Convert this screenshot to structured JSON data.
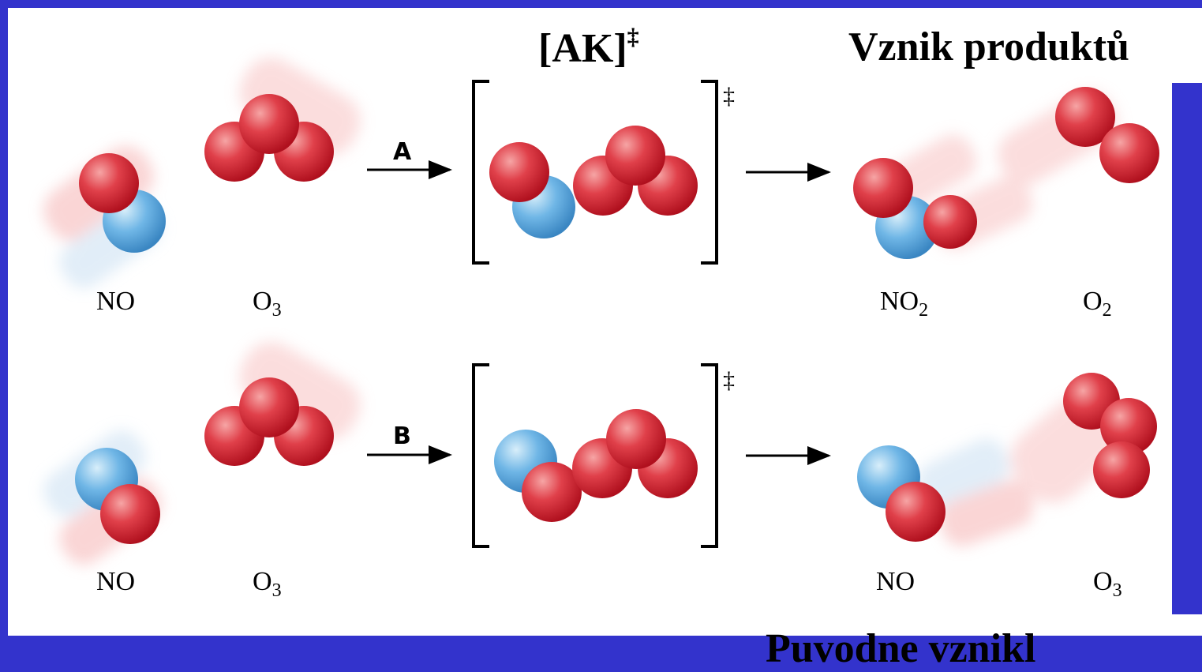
{
  "titles": {
    "ak": "[AK]",
    "ak_dagger": "‡",
    "products": "Vznik produktů",
    "bottom": "Puvodne vznikl"
  },
  "paths": {
    "a": "A",
    "b": "B"
  },
  "bracket_dagger": "‡",
  "row_a": {
    "reactant1": {
      "main": "NO",
      "sub": ""
    },
    "reactant2": {
      "main": "O",
      "sub": "3"
    },
    "product1": {
      "main": "NO",
      "sub": "2"
    },
    "product2": {
      "main": "O",
      "sub": "2"
    }
  },
  "row_b": {
    "reactant1": {
      "main": "NO",
      "sub": ""
    },
    "reactant2": {
      "main": "O",
      "sub": "3"
    },
    "product1": {
      "main": "NO",
      "sub": ""
    },
    "product2": {
      "main": "O",
      "sub": "3"
    }
  },
  "colors": {
    "background": "#3333cc",
    "oxygen": "#d8263a",
    "nitrogen": "#5aaee0"
  }
}
